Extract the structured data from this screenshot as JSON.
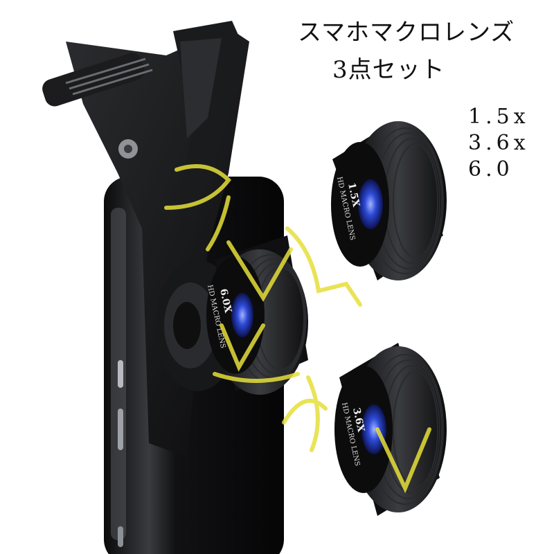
{
  "heading": {
    "line1": "スマホマクロレンズ",
    "line2": "3点セット"
  },
  "magnifications": [
    "1.5x",
    "3.6x",
    "6.0"
  ],
  "lens_labels": {
    "top": {
      "power": "1.5X",
      "text": "HD MACRO LENS"
    },
    "middle": {
      "power": "6.0X",
      "text": "HD MACRO LENS"
    },
    "bottom": {
      "power": "3.6X",
      "text": "HD MACRO LENS"
    }
  },
  "watermark": "アソV",
  "colors": {
    "lens_body": "#141416",
    "lens_ring": "#2a2b2e",
    "glass_blue": "#2d49d6",
    "watermark_yellow": "#e6df3a"
  }
}
